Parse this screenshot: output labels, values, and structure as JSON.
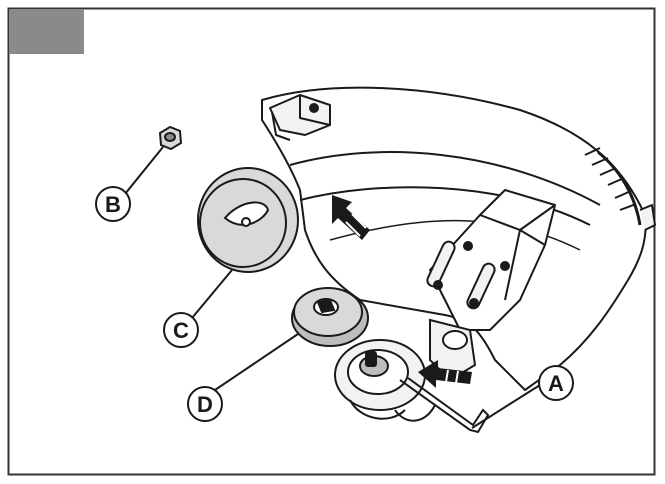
{
  "figure": {
    "colors": {
      "tab": "#8a8a8a",
      "stroke": "#1a1a1a",
      "part_fill": "#d9d9d9",
      "part_fill_dark": "#bdbdbd",
      "background": "#ffffff"
    },
    "callouts": {
      "A": "A",
      "B": "B",
      "C": "C",
      "D": "D"
    },
    "icons": [
      "arrow-up-left-icon",
      "arrow-left-icon"
    ]
  }
}
